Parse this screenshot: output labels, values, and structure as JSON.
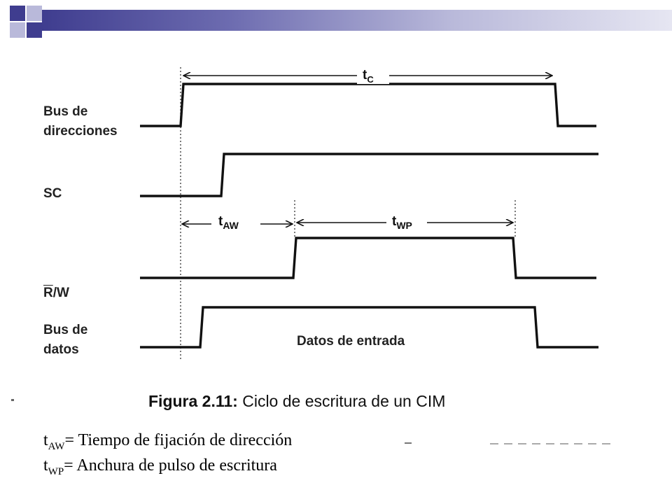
{
  "signals": [
    {
      "id": "bus-direcciones",
      "label": "Bus de\ndirecciones"
    },
    {
      "id": "sc",
      "label": "SC"
    },
    {
      "id": "rw",
      "label_bar": "R",
      "label_rest": "/W"
    },
    {
      "id": "bus-datos",
      "label": "Bus de\ndatos"
    }
  ],
  "intervals": {
    "tc": {
      "main": "t",
      "sub": "C"
    },
    "taw": {
      "main": "t",
      "sub": "AW"
    },
    "twp": {
      "main": "t",
      "sub": "WP"
    }
  },
  "data_label": "Datos de entrada",
  "caption": {
    "number": "Figura 2.11:",
    "text": "Ciclo de escritura de un CIM"
  },
  "definitions": [
    {
      "main": "t",
      "sub": "AW",
      "text": "= Tiempo de fijación de dirección"
    },
    {
      "main": "t",
      "sub": "WP",
      "text": "= Anchura de pulso de escritura"
    }
  ],
  "colors": {
    "accent": "#3f3d8f",
    "accent_light": "#b9b9da",
    "line": "#111111"
  }
}
